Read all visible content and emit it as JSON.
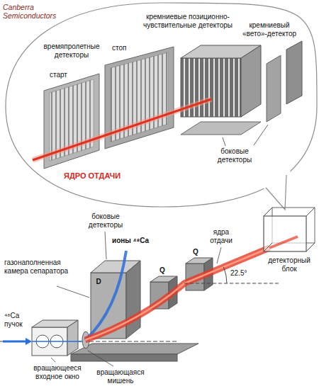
{
  "diagram": {
    "labels": [
      "Canberra Semiconductors",
      "кремниевые позиционно-чувствительные детекторы",
      "кремниевый «вето»-детектор",
      "времяпролетные детекторы",
      "стоп",
      "старт",
      "боковые детекторы",
      "ЯДРО ОТДАЧИ",
      "боковые детекторы",
      "ионы ⁴⁸Ca",
      "ядра отдачи",
      "D",
      "Q",
      "Q",
      "газонаполненная камера сепаратора",
      "22.5°",
      "детекторный блок",
      "⁴⁸Ca пучок",
      "вращающееся входное окно",
      "вращающаяся мишень"
    ]
  }
}
